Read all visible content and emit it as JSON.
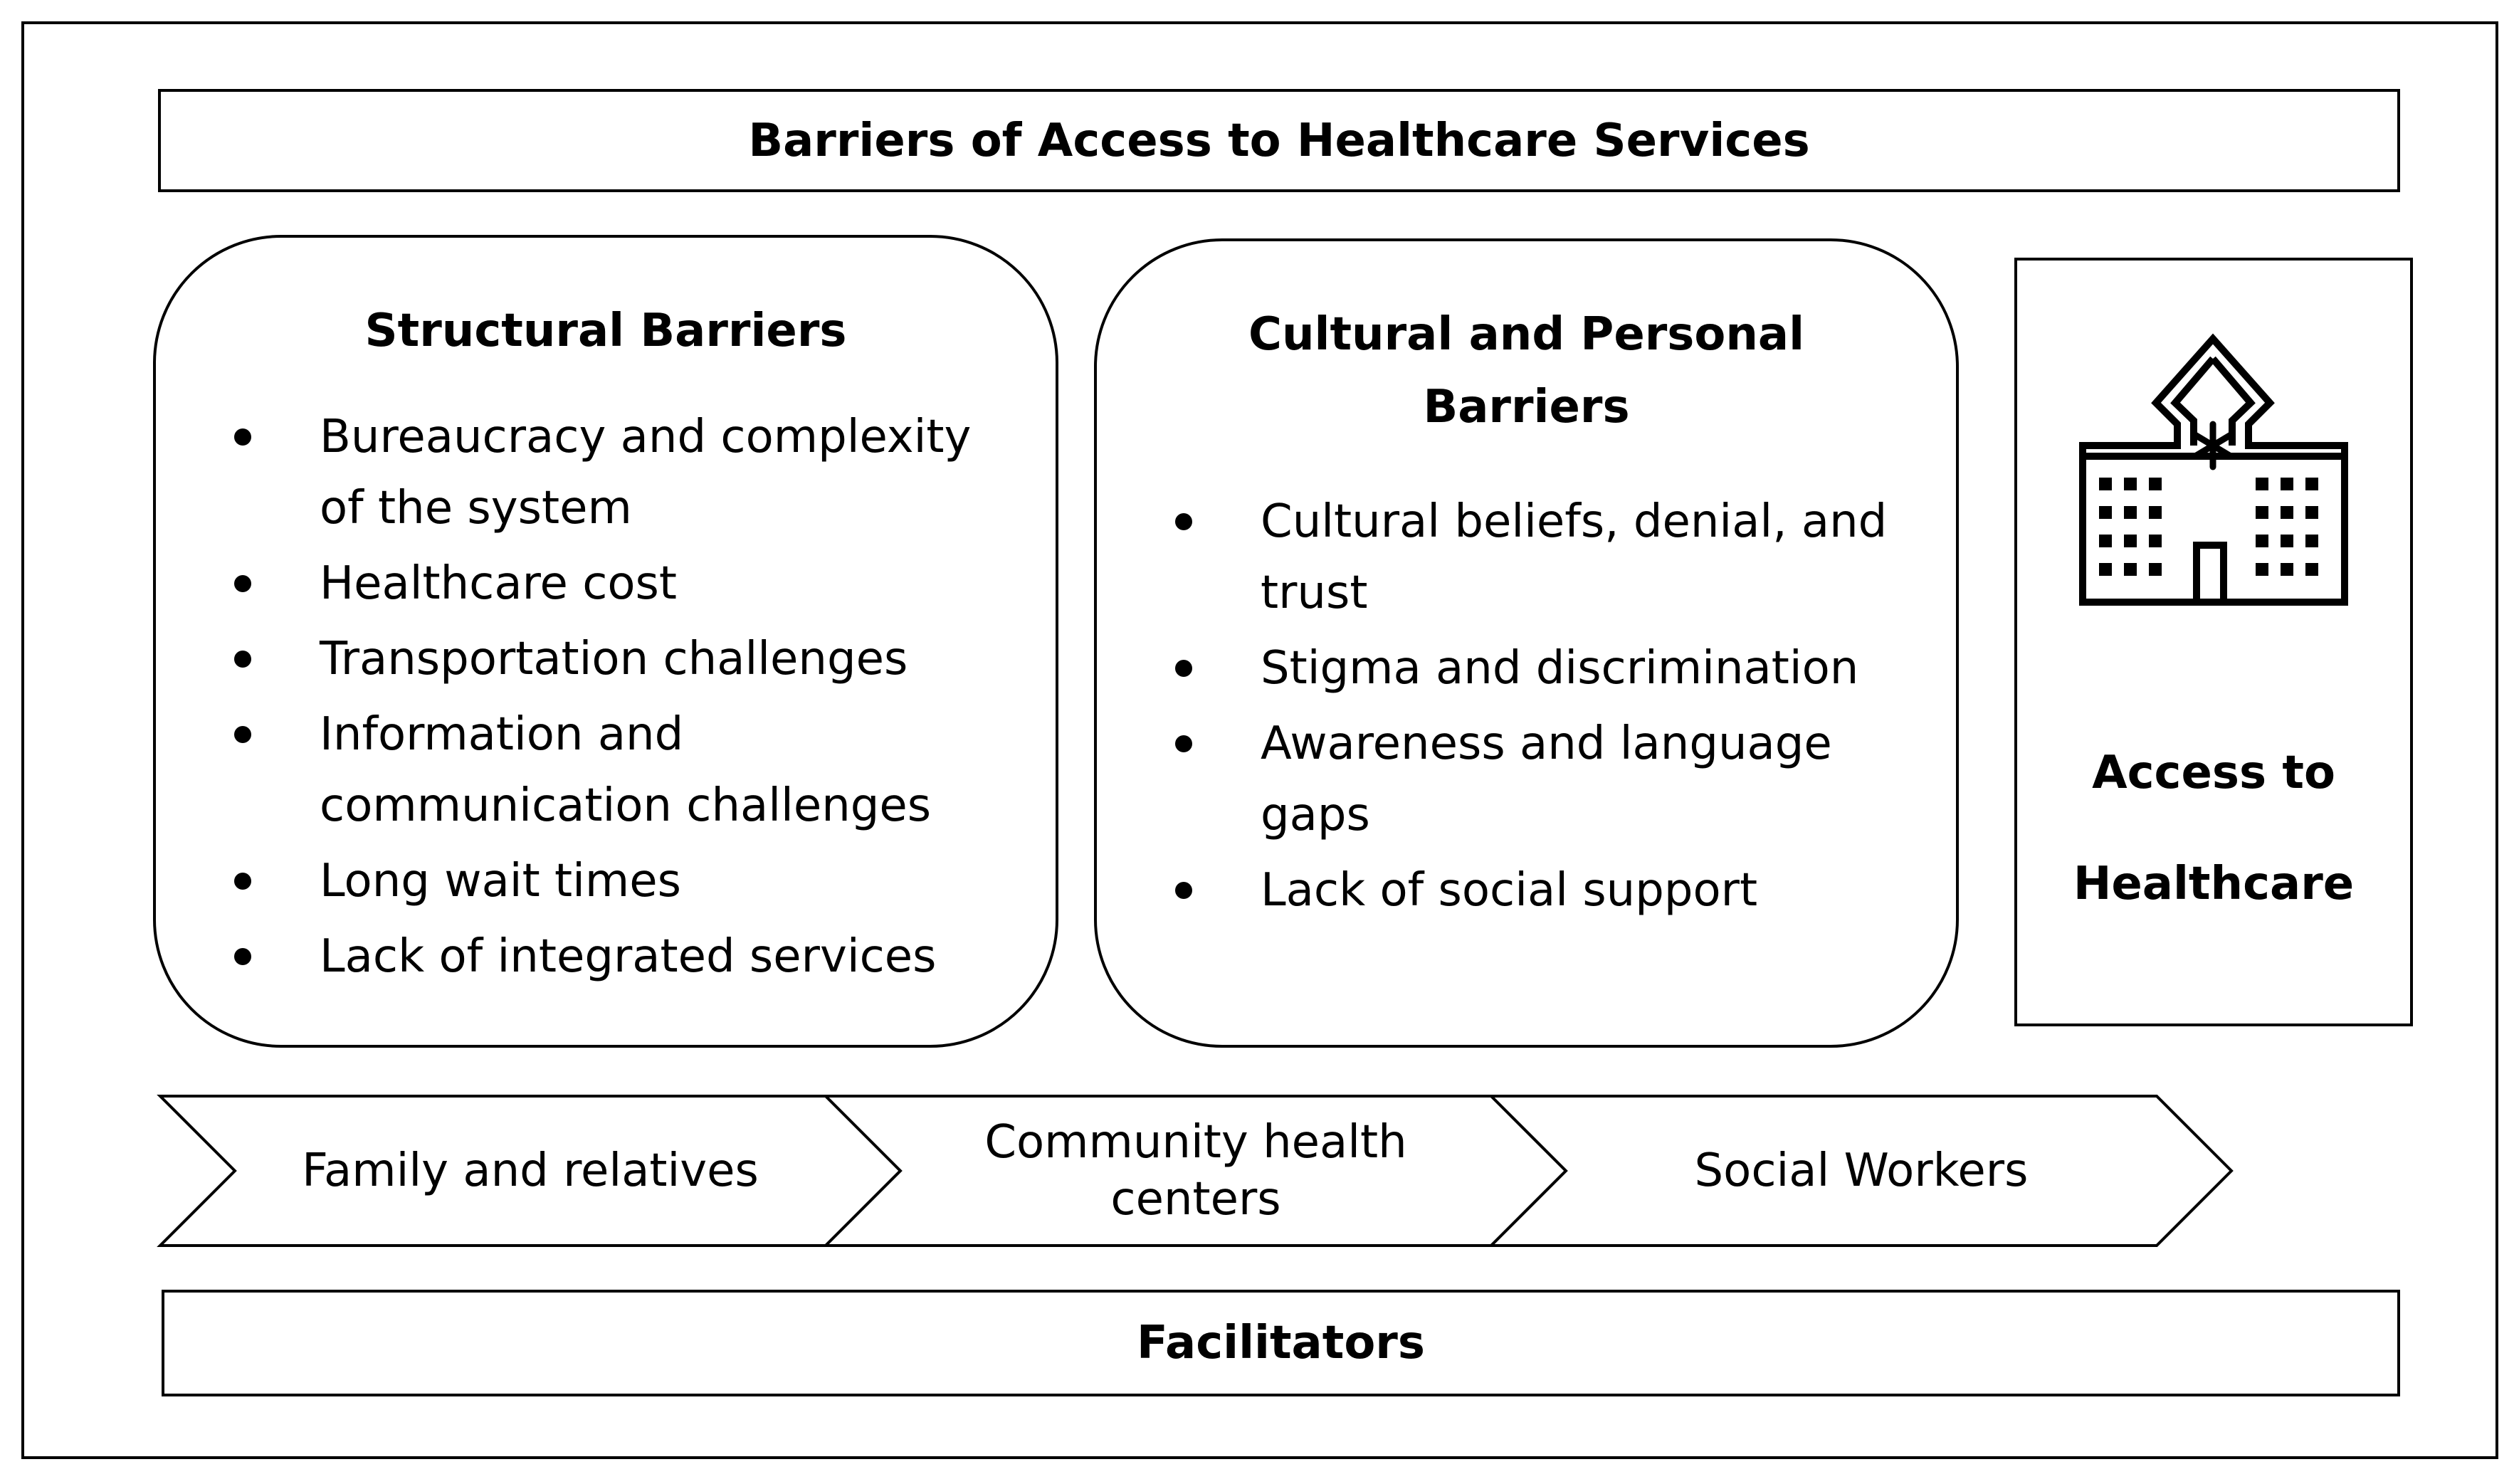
{
  "title": "Barriers of Access to Healthcare Services",
  "structural": {
    "heading": "Structural Barriers",
    "items": [
      [
        "Bureaucracy and complexity",
        "of the system"
      ],
      [
        "Healthcare cost"
      ],
      [
        "Transportation challenges"
      ],
      [
        "Information and",
        "communication challenges"
      ],
      [
        "Long wait times"
      ],
      [
        "Lack of integrated services"
      ]
    ]
  },
  "cultural": {
    "heading_line1": "Cultural and Personal",
    "heading_line2": "Barriers",
    "items": [
      [
        "Cultural beliefs, denial, and",
        "trust"
      ],
      [
        "Stigma and discrimination"
      ],
      [
        "Awareness and language",
        "gaps"
      ],
      [
        "Lack of social support"
      ]
    ]
  },
  "access": {
    "line1": "Access to",
    "line2": "Healthcare",
    "icon": "hospital-icon"
  },
  "facilitators": {
    "steps": [
      {
        "line1": "Family and relatives",
        "line2": ""
      },
      {
        "line1": "Community health",
        "line2": "centers"
      },
      {
        "line1": "Social Workers",
        "line2": ""
      }
    ],
    "label": "Facilitators"
  }
}
